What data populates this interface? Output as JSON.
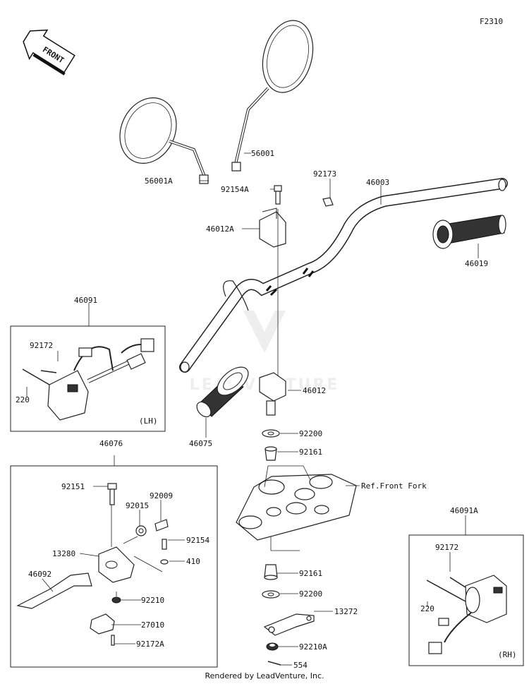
{
  "diagram_code": "F2310",
  "front_arrow_label": "FRONT",
  "watermark": "LEADVENTURE",
  "footer": "Rendered by LeadVenture, Inc.",
  "parts": [
    {
      "id": "56001",
      "label": "56001"
    },
    {
      "id": "56001A",
      "label": "56001A"
    },
    {
      "id": "92154A",
      "label": "92154A"
    },
    {
      "id": "92173",
      "label": "92173"
    },
    {
      "id": "46003",
      "label": "46003"
    },
    {
      "id": "46012A",
      "label": "46012A"
    },
    {
      "id": "46019",
      "label": "46019"
    },
    {
      "id": "46091",
      "label": "46091"
    },
    {
      "id": "92172-lh",
      "label": "92172"
    },
    {
      "id": "220-lh",
      "label": "220"
    },
    {
      "id": "lh-tag",
      "label": "(LH)"
    },
    {
      "id": "46012",
      "label": "46012"
    },
    {
      "id": "46075",
      "label": "46075"
    },
    {
      "id": "92200-top",
      "label": "92200"
    },
    {
      "id": "92161-top",
      "label": "92161"
    },
    {
      "id": "ref-front-fork",
      "label": "Ref.Front Fork"
    },
    {
      "id": "46076",
      "label": "46076"
    },
    {
      "id": "92151",
      "label": "92151"
    },
    {
      "id": "92009",
      "label": "92009"
    },
    {
      "id": "92015",
      "label": "92015"
    },
    {
      "id": "92154",
      "label": "92154"
    },
    {
      "id": "13280",
      "label": "13280"
    },
    {
      "id": "410",
      "label": "410"
    },
    {
      "id": "46092",
      "label": "46092"
    },
    {
      "id": "92210",
      "label": "92210"
    },
    {
      "id": "27010",
      "label": "27010"
    },
    {
      "id": "92172A",
      "label": "92172A"
    },
    {
      "id": "92161-bot",
      "label": "92161"
    },
    {
      "id": "92200-bot",
      "label": "92200"
    },
    {
      "id": "13272",
      "label": "13272"
    },
    {
      "id": "92210A",
      "label": "92210A"
    },
    {
      "id": "554",
      "label": "554"
    },
    {
      "id": "46091A",
      "label": "46091A"
    },
    {
      "id": "92172-rh",
      "label": "92172"
    },
    {
      "id": "220-rh",
      "label": "220"
    },
    {
      "id": "rh-tag",
      "label": "(RH)"
    }
  ]
}
